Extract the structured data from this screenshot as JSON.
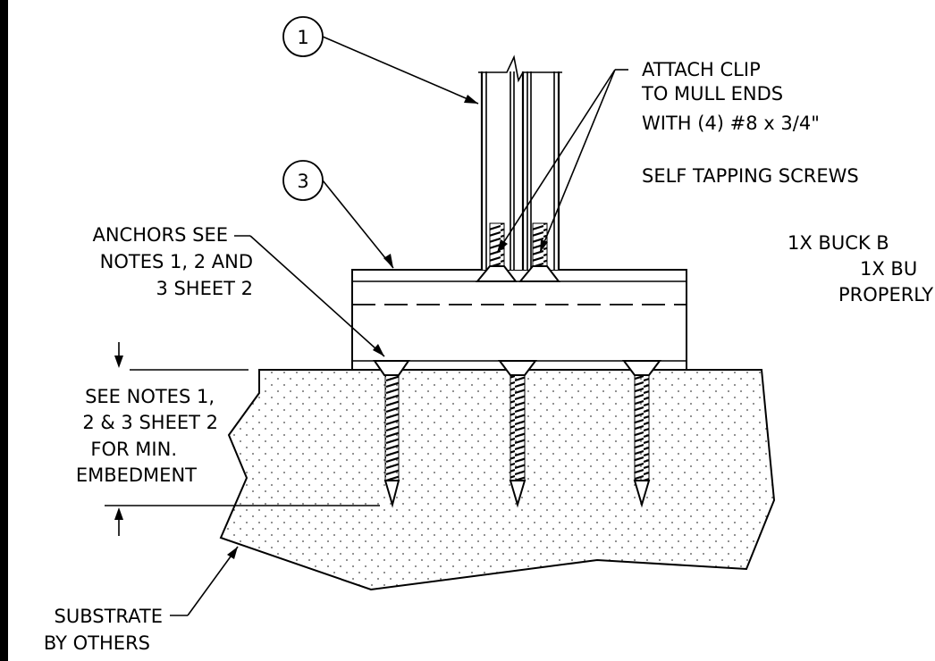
{
  "callouts": [
    {
      "id": "c1",
      "number": "1"
    },
    {
      "id": "c3",
      "number": "3"
    }
  ],
  "notes": {
    "attach_clip": [
      "ATTACH CLIP",
      "TO MULL ENDS",
      "WITH (4) #8 x 3/4\"",
      "SELF TAPPING SCREWS"
    ],
    "anchors": [
      "ANCHORS SEE",
      "NOTES 1, 2 AND",
      "3 SHEET 2"
    ],
    "embedment": [
      "SEE NOTES 1,",
      "2 & 3 SHEET 2",
      "FOR MIN.",
      "EMBEDMENT"
    ],
    "substrate": [
      "SUBSTRATE",
      "BY OTHERS"
    ],
    "buck_partial": [
      "1X BUCK B",
      "1X BU",
      "PROPERLY"
    ]
  },
  "colors": {
    "line": "#000000",
    "background": "#ffffff"
  }
}
